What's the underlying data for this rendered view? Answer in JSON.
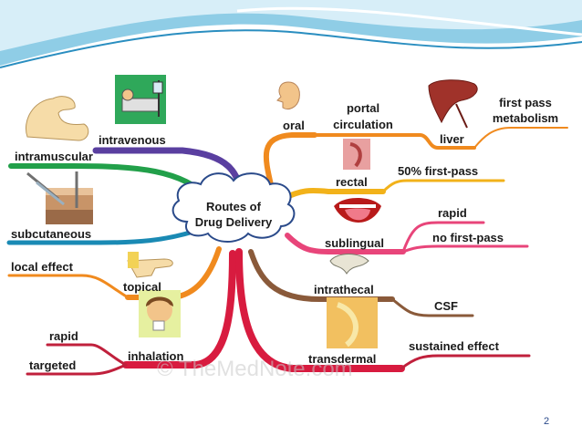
{
  "colors": {
    "banner_light": "#d7eef8",
    "banner_mid": "#8fcde6",
    "banner_dark": "#2a8ec0",
    "branch_purple": "#5a3fa0",
    "branch_orange": "#f08a1e",
    "branch_yellow": "#f2b21a",
    "branch_pink": "#e8457a",
    "branch_brown": "#8a5a3a",
    "branch_red": "#d81b3f",
    "branch_green": "#22a04a",
    "branch_teal": "#1a8ab4",
    "branch_darkred": "#c0203c"
  },
  "center": {
    "line1": "Routes of",
    "line2": "Drug Delivery"
  },
  "routes": {
    "intravenous": "intravenous",
    "intramuscular": "intramuscular",
    "subcutaneous": "subcutaneous",
    "topical": "topical",
    "local_effect": "local effect",
    "inhalation": "inhalation",
    "inhal_rapid": "rapid",
    "targeted": "targeted",
    "oral": "oral",
    "portal_line1": "portal",
    "portal_line2": "circulation",
    "liver": "liver",
    "firstpass_line1": "first pass",
    "firstpass_line2": "metabolism",
    "rectal": "rectal",
    "fifty_firstpass": "50% first-pass",
    "sublingual": "sublingual",
    "subl_rapid": "rapid",
    "no_firstpass": "no first-pass",
    "intrathecal": "intrathecal",
    "csf": "CSF",
    "transdermal": "transdermal",
    "sustained": "sustained effect"
  },
  "icons": {
    "arm": "flexed-arm-icon",
    "iv": "iv-patient-icon",
    "syringes": "syringe-skin-icon",
    "hand": "hand-icon",
    "inhaler": "inhaler-person-icon",
    "face": "face-profile-icon",
    "liver": "liver-icon",
    "rectum": "rectum-icon",
    "mouth": "mouth-tongue-icon",
    "vertebra": "vertebra-icon",
    "skin": "skin-patch-icon"
  },
  "watermark": "© TheMedNote.com",
  "slide_number": "2"
}
